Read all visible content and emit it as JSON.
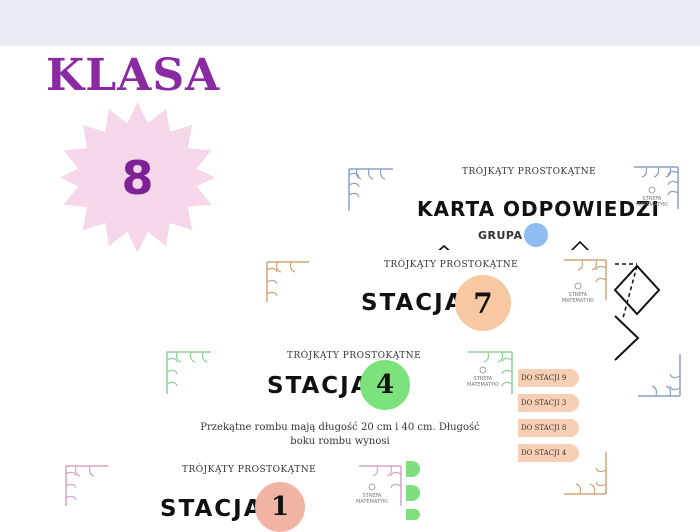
{
  "header": {
    "klasa": "KLASA",
    "grade": "8"
  },
  "answer_card": {
    "subtitle": "TRÓJKĄTY PROSTOKĄTNE",
    "title": "KARTA ODPOWIEDZI",
    "group_label": "GRUPA",
    "circle_color": "#8ebbf0"
  },
  "station7": {
    "subtitle": "TRÓJKĄTY PROSTOKĄTNE",
    "label": "STACJA",
    "number": "7",
    "circle_color": "#f8c8a2"
  },
  "station4": {
    "subtitle": "TRÓJKĄTY PROSTOKĄTNE",
    "label": "STACJA",
    "number": "4",
    "circle_color": "#7ce37c",
    "question": "Przekątne rombu mają długość 20 cm i 40 cm. Długość boku rombu wynosi"
  },
  "station1": {
    "subtitle": "TRÓJKĄTY PROSTOKĄTNE",
    "label": "STACJA",
    "number": "1",
    "circle_color": "#f0b3a4"
  },
  "pills": [
    "DO STACJI 9",
    "DO STACJI 3",
    "DO STACJI 8",
    "DO STACJI 4"
  ],
  "logo_text": [
    "STREFA",
    "MATEMATYKI"
  ],
  "colors": {
    "accent": "#8a2aa3",
    "star": "#f6d7ea",
    "pill": "#f7cfb5"
  }
}
